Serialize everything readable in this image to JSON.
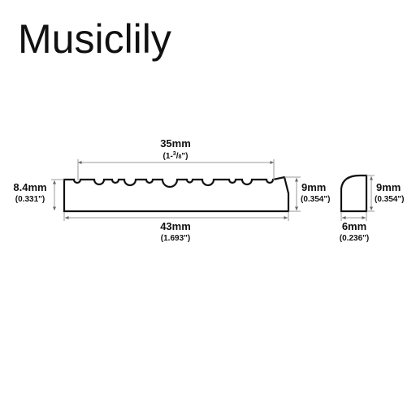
{
  "brand": {
    "name": "Musiclily"
  },
  "dimensions": {
    "slot_span": {
      "metric": "35mm",
      "imperial_prefix": "(1-",
      "imperial_num": "3",
      "imperial_sep": "/",
      "imperial_den": "8",
      "imperial_suffix": "\")"
    },
    "left_height": {
      "metric": "8.4mm",
      "imperial": "(0.331\")"
    },
    "right_height": {
      "metric": "9mm",
      "imperial": "(0.354\")"
    },
    "length": {
      "metric": "43mm",
      "imperial": "(1.693\")"
    },
    "side_height": {
      "metric": "9mm",
      "imperial": "(0.354\")"
    },
    "side_width": {
      "metric": "6mm",
      "imperial": "(0.236\")"
    }
  }
}
